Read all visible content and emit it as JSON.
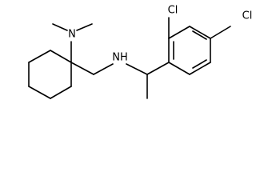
{
  "molecule": {
    "atoms": {
      "amine_n": "N",
      "secondary_amine": "NH",
      "chloro_top": "Cl",
      "chloro_right": "Cl"
    }
  }
}
